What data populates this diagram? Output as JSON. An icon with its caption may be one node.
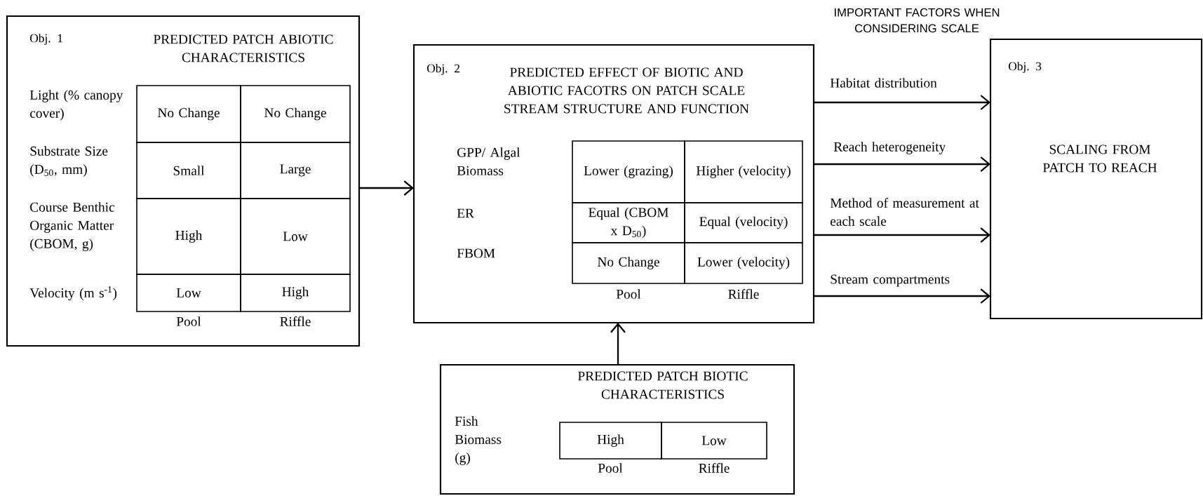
{
  "diagram": {
    "nodes": [
      {
        "text": [
          "Obj. 1",
          "PREDICTED PATCH ABIOTIC CHARACTERISTICS",
          "Light (% canopy cover)",
          "Substrate Size (D$_{50}$, mm)",
          "Course Benthic Organic Matter (CBOM, g)",
          "Velocity (m s$^{-1}$)",
          "Pool",
          "Riffle"
        ]
      },
      {
        "text": [
          "No Change"
        ],
        "in": 0
      },
      {
        "text": [
          "No Change"
        ],
        "in": 0
      },
      {
        "text": [
          "Small"
        ],
        "in": 0
      },
      {
        "text": [
          "Large"
        ],
        "in": 0
      },
      {
        "text": [
          "High"
        ],
        "in": 0
      },
      {
        "text": [
          "Low"
        ],
        "in": 0
      },
      {
        "text": [
          "Low"
        ],
        "in": 0
      },
      {
        "text": [
          "High"
        ],
        "in": 0
      },
      {
        "text": [
          "Obj. 2",
          "PREDICTED EFFECT OF BIOTIC AND ABIOTIC FACOTRS ON PATCH SCALE STREAM STRUCTURE AND FUNCTION",
          "GPP/ Algal Biomass",
          "ER",
          "FBOM",
          "Pool",
          "Riffle"
        ]
      },
      {
        "text": [
          "Lower (grazing)"
        ],
        "in": 9
      },
      {
        "text": [
          "Higher (velocity)"
        ],
        "in": 9
      },
      {
        "text": [
          "Equal (CBOM x D$_{50}$)"
        ],
        "in": 9
      },
      {
        "text": [
          "Equal (velocity)"
        ],
        "in": 9
      },
      {
        "text": [
          "No Change"
        ],
        "in": 9
      },
      {
        "text": [
          "Lower (velocity)"
        ],
        "in": 9
      },
      {
        "text": [
          "Obj. 3",
          "SCALING FROM PATCH TO REACH"
        ]
      },
      {
        "text": [
          "PREDICTED PATCH BIOTIC CHARACTERISTICS",
          "Fish Biomass (g)",
          "Pool",
          "Riffle"
        ]
      },
      {
        "text": [
          "High"
        ],
        "in": 17
      },
      {
        "text": [
          "Low"
        ],
        "in": 17
      }
    ],
    "edges": [
      {
        "from": 0,
        "to": 9,
        "arrow": "to"
      },
      {
        "from": 17,
        "to": 9,
        "arrow": "to"
      },
      {
        "from": 9,
        "to": 16,
        "arrow": "to",
        "label": "Habitat distribution"
      },
      {
        "from": 9,
        "to": 16,
        "arrow": "to",
        "label": "Reach heterogeneity"
      },
      {
        "from": 9,
        "to": 16,
        "arrow": "to",
        "label": "Method of measurement at each scale"
      },
      {
        "from": 9,
        "to": 16,
        "arrow": "to",
        "label": "Stream compartments"
      }
    ],
    "labels": [
      "IMPORTANT FACTORS WHEN CONSIDERING SCALE"
    ]
  }
}
